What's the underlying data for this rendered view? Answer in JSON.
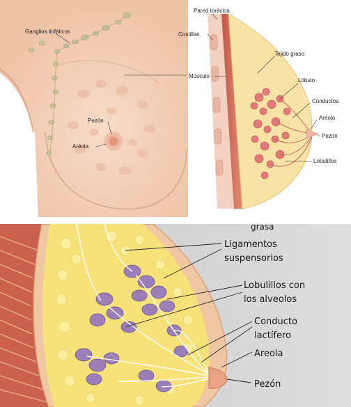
{
  "panels": {
    "front": {
      "labels": {
        "ganglios": "Ganglios linfáticos",
        "pezon": "Pezón",
        "areola": "Aréola"
      }
    },
    "cross": {
      "labels": {
        "pared": "Pared torácica",
        "costillas": "Costillas",
        "musculo": "Músculo",
        "tejido": "Tejido graso",
        "lobulo": "Lóbulo",
        "conductos": "Conductos",
        "areola": "Aréola",
        "pezon": "Pezón",
        "lobulillos": "Lobulillos"
      }
    },
    "detail": {
      "labels": {
        "grasa": "grasa",
        "ligamentos_1": "Ligamentos",
        "ligamentos_2": "suspensorios",
        "lobulillos_1": "Lobulillos con",
        "lobulillos_2": "los alveolos",
        "conducto_1": "Conducto",
        "conducto_2": "lactífero",
        "areola": "Areola",
        "pezon": "Pezón"
      }
    }
  }
}
